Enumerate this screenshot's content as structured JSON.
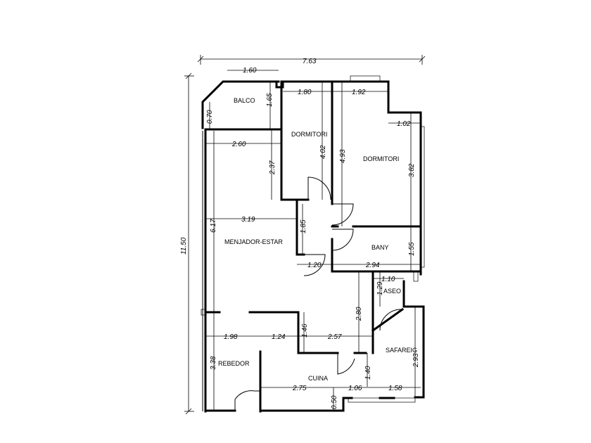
{
  "rooms": {
    "balco": "BALCO",
    "dormitori_1": "DORMITORI",
    "dormitori_2": "DORMITORI",
    "menjador_estar": "MENJADOR-ESTAR",
    "bany": "BANY",
    "aseo": "ASEO",
    "safareig": "SAFAREIG",
    "rebedor": "REBEDOR",
    "cuina": "CUINA"
  },
  "dimensions": {
    "total_width": "7.63",
    "total_height": "11.50",
    "balcony_width": "1.60",
    "balcony_height": "1.65",
    "balcony_side": "0.70",
    "dorm1_width": "1.80",
    "dorm2_width": "1.92",
    "dorm2_notch": "1.02",
    "living_width_top": "2.60",
    "living_top_depth": "2.37",
    "dorm1_depth": "4.02",
    "dorm2_depth_full": "4.93",
    "dorm2_depth": "3.82",
    "living_mid_width": "3.19",
    "living_height": "6.17",
    "hall_height": "1.85",
    "bany_height": "1.55",
    "hall_width": "1.20",
    "bany_width": "2.94",
    "aseo_width": "1.10",
    "aseo_height": "1.29",
    "kitchen_depth": "2.80",
    "rebedor_width": "1.98",
    "partition_1": "1.24",
    "step_height": "1.46",
    "kitchen_width": "2.57",
    "rebedor_height": "3.38",
    "kitchen_door": "1.40",
    "safareig_height": "2.93",
    "cuina_width": "2.75",
    "gap_width": "1.06",
    "safareig_width": "1.58",
    "bottom_wall": "0.50"
  }
}
